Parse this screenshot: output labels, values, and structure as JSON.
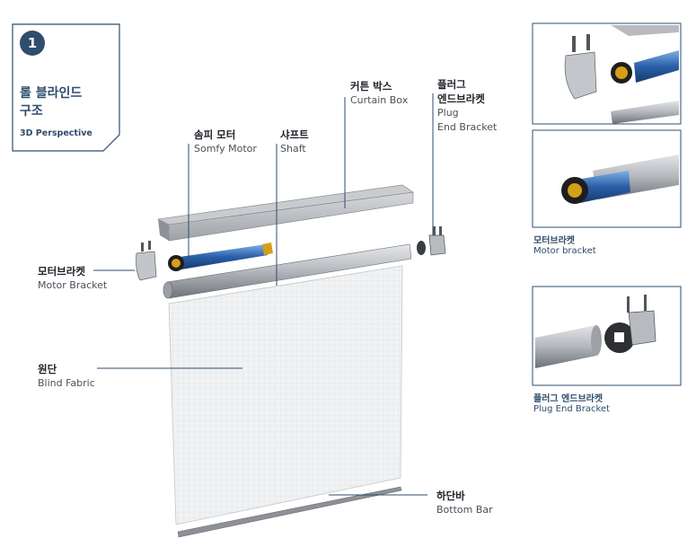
{
  "title": {
    "number": "1",
    "lines": [
      "롤 블라인드",
      "구조"
    ],
    "subtitle": "3D Perspective"
  },
  "labels": {
    "somfy_motor": {
      "kr": "솜피 모터",
      "en": "Somfy Motor"
    },
    "shaft": {
      "kr": "샤프트",
      "en": "Shaft"
    },
    "curtain_box": {
      "kr": "커튼 박스",
      "en": "Curtain Box"
    },
    "plug_end_bracket": {
      "kr": [
        "플러그",
        "엔드브라켓"
      ],
      "en": [
        "Plug",
        "End Bracket"
      ]
    },
    "motor_bracket": {
      "kr": "모터브라켓",
      "en": "Motor Bracket"
    },
    "fabric": {
      "kr": "원단",
      "en": "Blind Fabric"
    },
    "bottom_bar": {
      "kr": "하단바",
      "en": "Bottom Bar"
    }
  },
  "insets": {
    "motor_bracket": {
      "kr": "모터브라켓",
      "en": "Motor bracket"
    },
    "plug_end_bracket": {
      "kr": "플러그 엔드브라켓",
      "en": "Plug End Bracket"
    }
  },
  "colors": {
    "navy": "#2f4d6c",
    "motor_blue": "#2a5fa8",
    "motor_cap": "#d4a017",
    "aluminum": "#a9adb2"
  }
}
